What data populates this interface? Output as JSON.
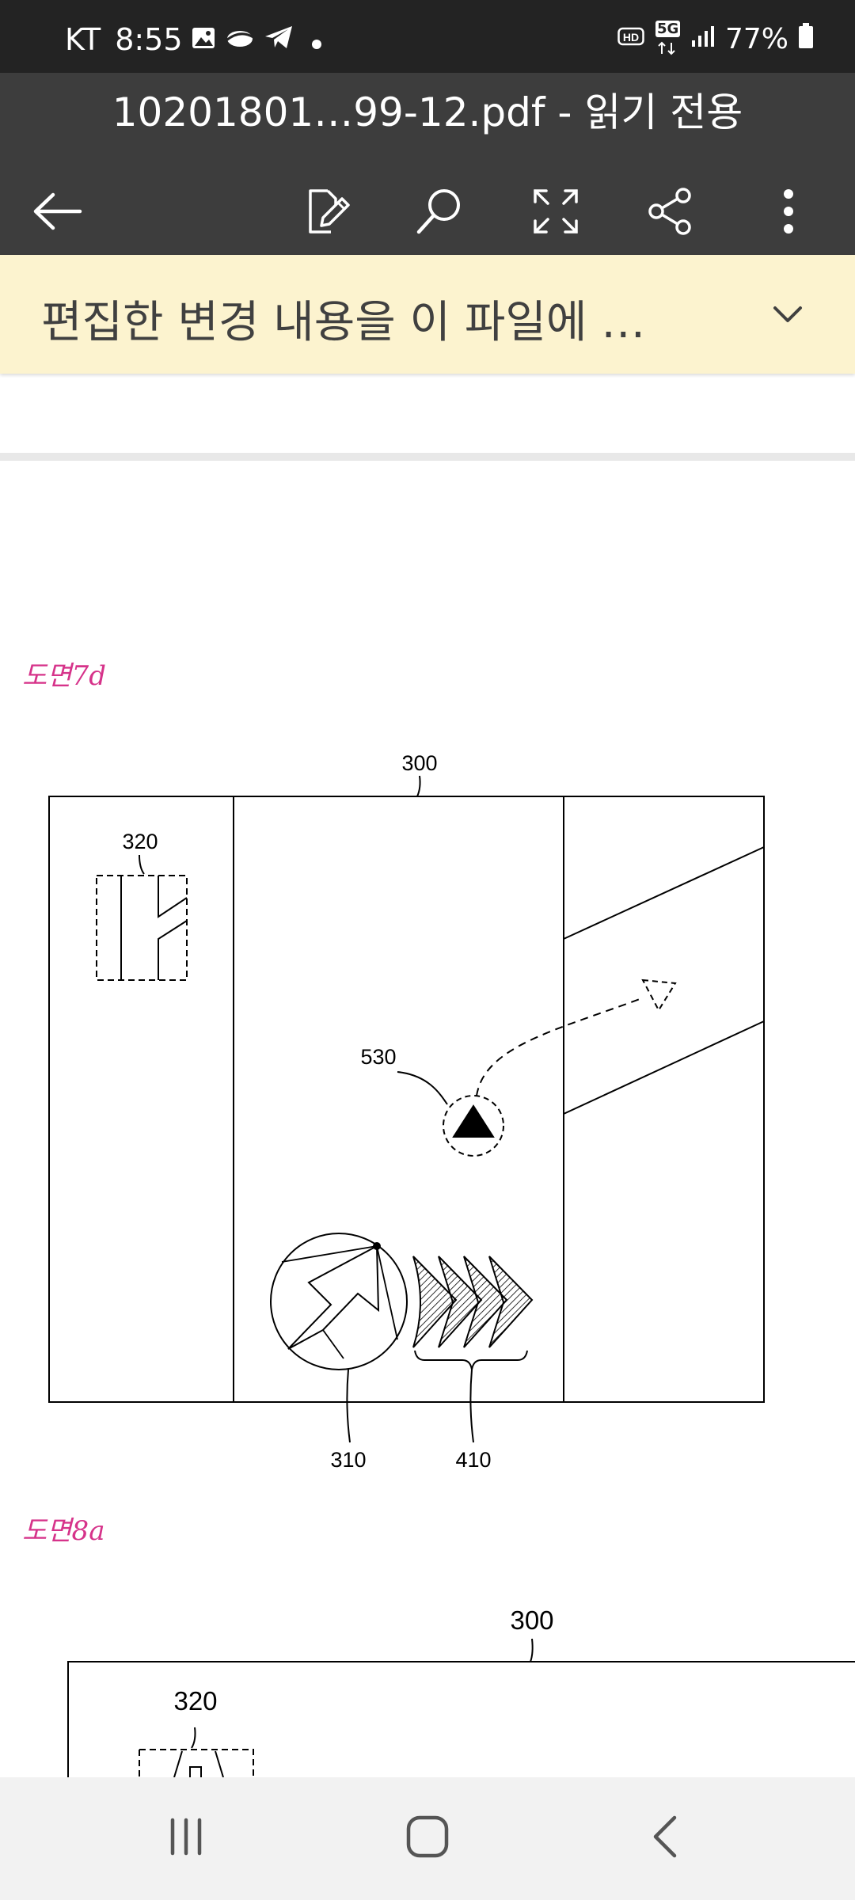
{
  "status": {
    "carrier": "KT",
    "time": "8:55",
    "network": "5G",
    "battery": "77%",
    "icons": [
      "gallery-icon",
      "cloud-icon",
      "telegram-icon",
      "notification-dot-icon",
      "hd-voice-icon",
      "5g-icon",
      "signal-icon",
      "battery-icon"
    ]
  },
  "toolbar": {
    "title": "10201801…99-12.pdf - 읽기 전용",
    "icons": [
      "back-arrow-icon",
      "edit-icon",
      "search-icon",
      "fullscreen-icon",
      "share-icon",
      "more-icon"
    ]
  },
  "banner": {
    "text": "편집한 변경 내용을 이 파일에 …"
  },
  "figure_7d": {
    "label": "도면7d",
    "refs": {
      "r300": "300",
      "r320": "320",
      "r530": "530",
      "r310": "310",
      "r410": "410"
    }
  },
  "figure_8a": {
    "label": "도면8a",
    "refs": {
      "r300": "300",
      "r320": "320"
    }
  },
  "navbar": {
    "icons": [
      "recent-apps-icon",
      "home-icon",
      "back-icon"
    ]
  },
  "colors": {
    "status_bg": "#232323",
    "toolbar_bg": "#3d3d3d",
    "banner_bg": "#fcf3cf",
    "fig_label": "#d6338a"
  }
}
